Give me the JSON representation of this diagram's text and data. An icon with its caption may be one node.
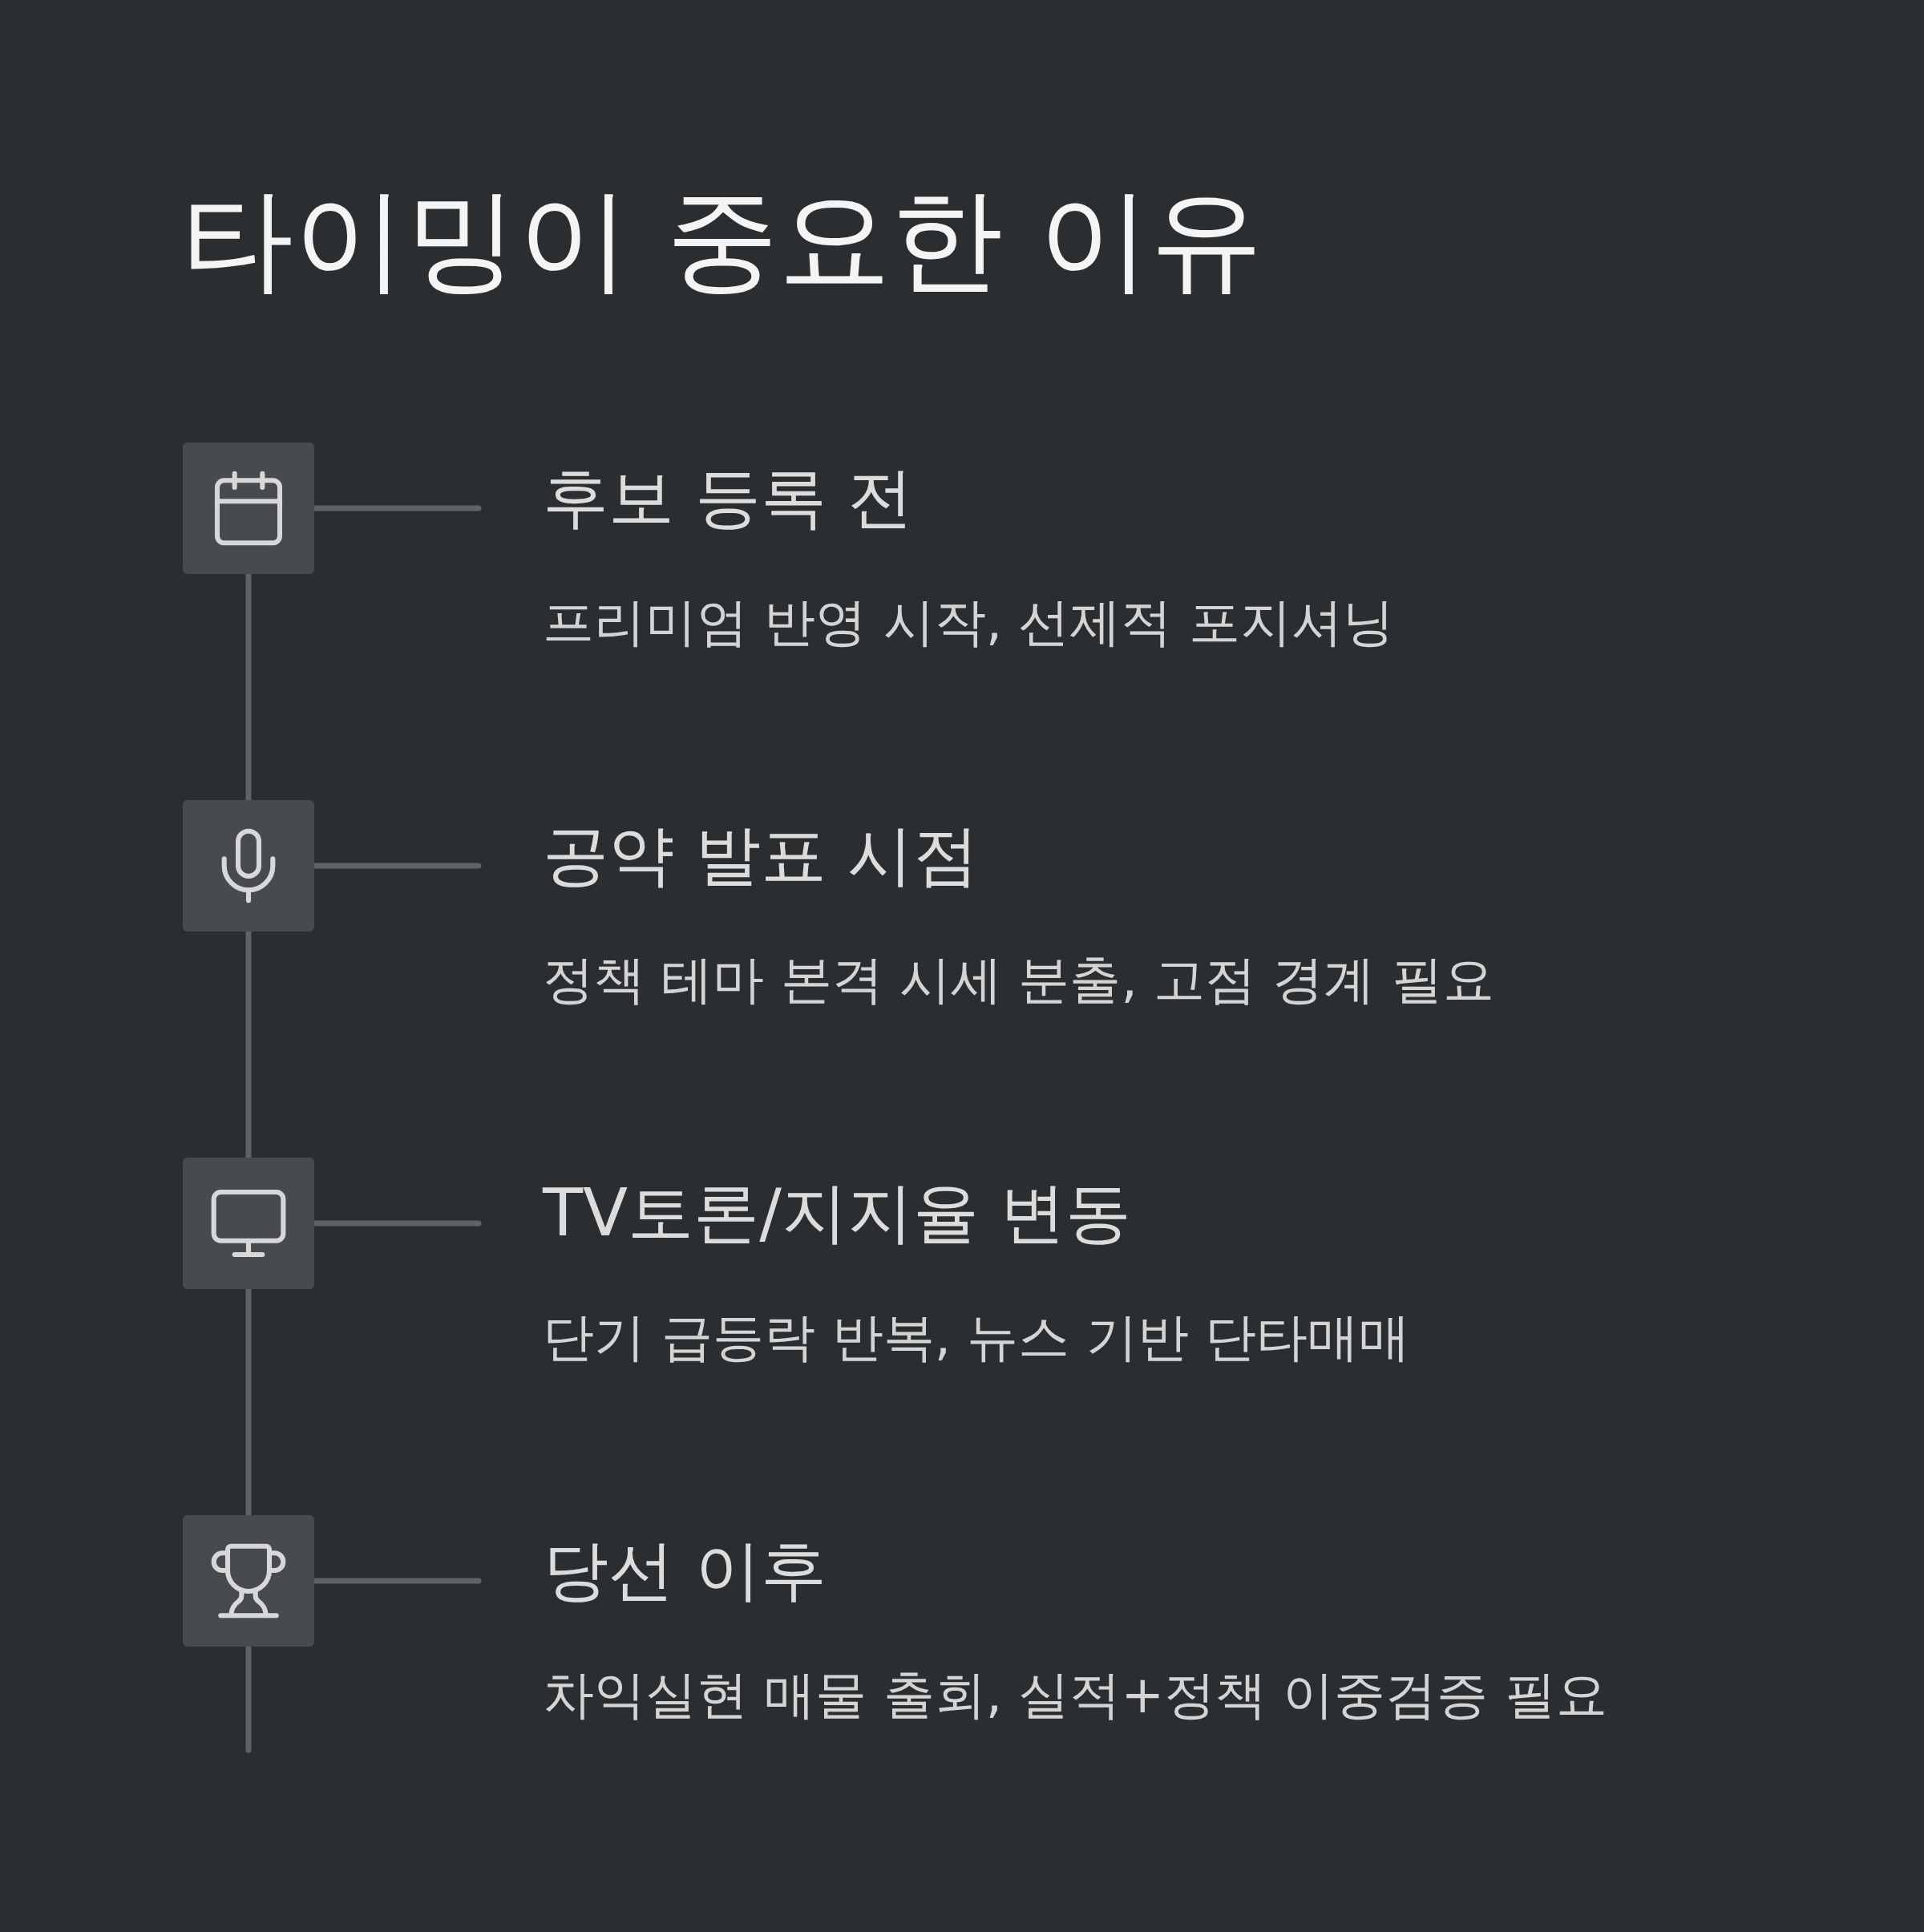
{
  "diagram": {
    "title": "타이밍이 중요한 이유",
    "nodes": [
      {
        "text": [],
        "shape": "box"
      },
      {
        "text": [
          "후보 등록 전",
          "프리미엄 반영 시작, 선제적 포지셔닝"
        ]
      },
      {
        "text": [],
        "shape": "box"
      },
      {
        "text": [
          "공약 발표 시점",
          "정책 테마 본격 시세 분출, 고점 경계 필요"
        ]
      },
      {
        "text": [],
        "shape": "box"
      },
      {
        "text": [
          "TV토론/지지율 변동",
          "단기 급등락 반복, 뉴스 기반 단타매매"
        ]
      },
      {
        "text": [],
        "shape": "box"
      },
      {
        "text": [
          "당선 이후",
          "차익실현 매물 출회, 실적+정책 이중검증 필요"
        ]
      }
    ],
    "edges": [
      {
        "from": 0,
        "to": 1,
        "arrow": "none"
      },
      {
        "from": 0,
        "to": 2,
        "arrow": "none"
      },
      {
        "from": 2,
        "to": 3,
        "arrow": "none"
      },
      {
        "from": 2,
        "to": 4,
        "arrow": "none"
      },
      {
        "from": 4,
        "to": 5,
        "arrow": "none"
      },
      {
        "from": 4,
        "to": 6,
        "arrow": "none"
      },
      {
        "from": 6,
        "to": 7,
        "arrow": "none"
      },
      {
        "from": 6,
        "to": null,
        "arrow": "none"
      }
    ]
  }
}
